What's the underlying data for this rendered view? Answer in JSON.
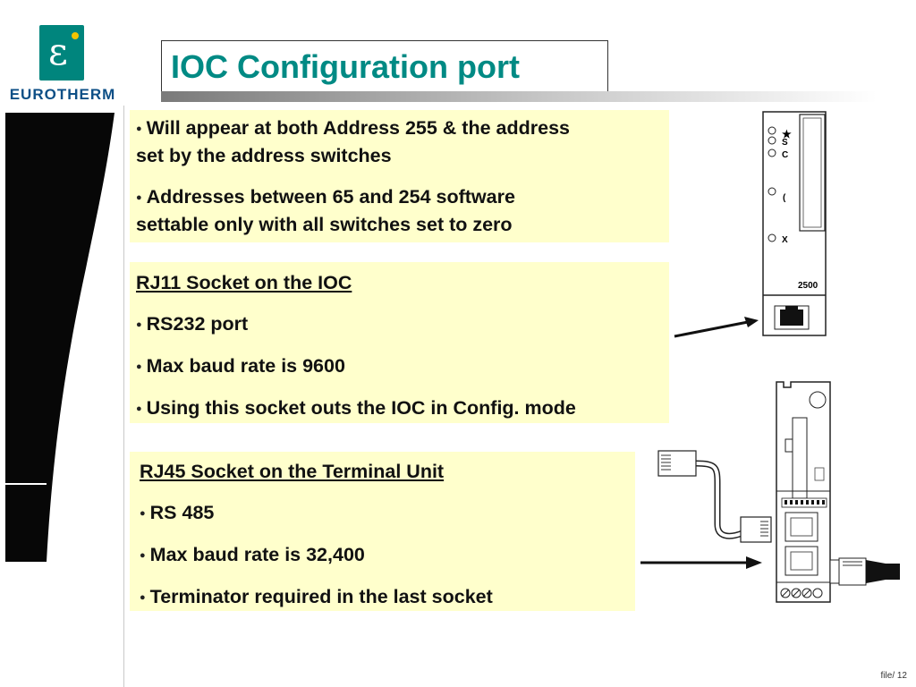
{
  "brand": {
    "logo_icon": "eurotherm-logo-icon",
    "name": "EUROTHERM"
  },
  "title": "IOC Configuration port",
  "panel1": {
    "bullets": [
      [
        "Will appear at both Address 255 & the address",
        "set by the address switches"
      ],
      [
        "Addresses between 65 and 254 software",
        "settable only with all switches set to zero"
      ]
    ]
  },
  "panel2": {
    "heading": "RJ11 Socket on the IOC",
    "bullets": [
      "RS232 port",
      "Max baud  rate is 9600",
      "Using this socket outs the IOC in Config. mode"
    ]
  },
  "panel3": {
    "heading": "RJ45 Socket on the Terminal Unit",
    "bullets": [
      "RS 485",
      "Max baud rate is 32,400",
      "Terminator required in the last socket"
    ]
  },
  "ioc_module": {
    "leds": [
      "S",
      "C",
      "(",
      "X"
    ],
    "model": "2500"
  },
  "footer": "file/ 12",
  "colors": {
    "title": "#008a84",
    "panel_bg": "#ffffcc",
    "brand": "#0d4f86",
    "logo_bg": "#00857d"
  }
}
